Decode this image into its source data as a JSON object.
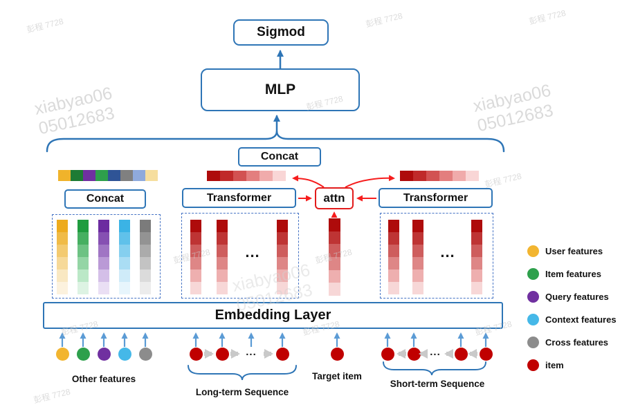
{
  "boxes": {
    "sigmod": "Sigmod",
    "mlp": "MLP",
    "concat_top": "Concat",
    "concat_left": "Concat",
    "transformer_left": "Transformer",
    "attn": "attn",
    "transformer_right": "Transformer",
    "embedding": "Embedding Layer"
  },
  "labels": {
    "other_features": "Other features",
    "long_term_sequence": "Long-term Sequence",
    "target_item": "Target item",
    "short_term_sequence": "Short-term Sequence",
    "ellipsis": "..."
  },
  "legend": {
    "items": [
      {
        "label": "User features",
        "color": "#F2B530"
      },
      {
        "label": "Item features",
        "color": "#2EA04C"
      },
      {
        "label": "Query features",
        "color": "#7030A0"
      },
      {
        "label": "Context features",
        "color": "#45B8E8"
      },
      {
        "label": "Cross features",
        "color": "#8C8C8C"
      },
      {
        "label": "item",
        "color": "#C00000"
      }
    ]
  },
  "colors": {
    "box_border_blue": "#2E75B6",
    "dashed_border_blue": "#4472C4",
    "attn_border_red": "#E21B1B",
    "arrow_blue": "#5B9BD5",
    "arrow_red": "#F61D1D",
    "arrow_gray": "#C9C9C9",
    "item_red": "#C00000"
  },
  "strips": {
    "multicolor": [
      "#F0B32B",
      "#1E7B34",
      "#7030A0",
      "#2EA04C",
      "#2F5496",
      "#808080",
      "#8FAADC",
      "#F6DE9E"
    ],
    "red_left": [
      "#AE0B0B",
      "#C02A2A",
      "#D25252",
      "#E37E7E",
      "#F0ABAB",
      "#F9D6D6"
    ],
    "red_right": [
      "#AE0B0B",
      "#C02A2A",
      "#D25252",
      "#E37E7E",
      "#F0ABAB",
      "#F9D6D6"
    ]
  },
  "bars": {
    "yellow": [
      "#EDAB1E",
      "#F0BB47",
      "#F3CA70",
      "#F6D999",
      "#F9E8C2",
      "#FCF2DE"
    ],
    "green": [
      "#1F9C3F",
      "#46AF61",
      "#6DC283",
      "#94D5A5",
      "#BBE8C7",
      "#DDF3E3"
    ],
    "purple": [
      "#6C2BA0",
      "#8650B2",
      "#A075C4",
      "#BA9AD6",
      "#D4BFE8",
      "#EADFF4"
    ],
    "blue": [
      "#3BB3E5",
      "#60C1EA",
      "#85CFEF",
      "#AADDF4",
      "#CFEBF9",
      "#E7F5FC"
    ],
    "gray": [
      "#7B7B7B",
      "#939393",
      "#ABABAB",
      "#C3C3C3",
      "#DBDBDB",
      "#ECECEC"
    ],
    "red": [
      "#AE0B0B",
      "#BE3434",
      "#CE5D5D",
      "#DE8686",
      "#EEAFAF",
      "#F7D7D7"
    ]
  },
  "watermarks": {
    "small": "彭程 7728",
    "big_line1": "xiabyao06",
    "big_line2": "05012683"
  }
}
